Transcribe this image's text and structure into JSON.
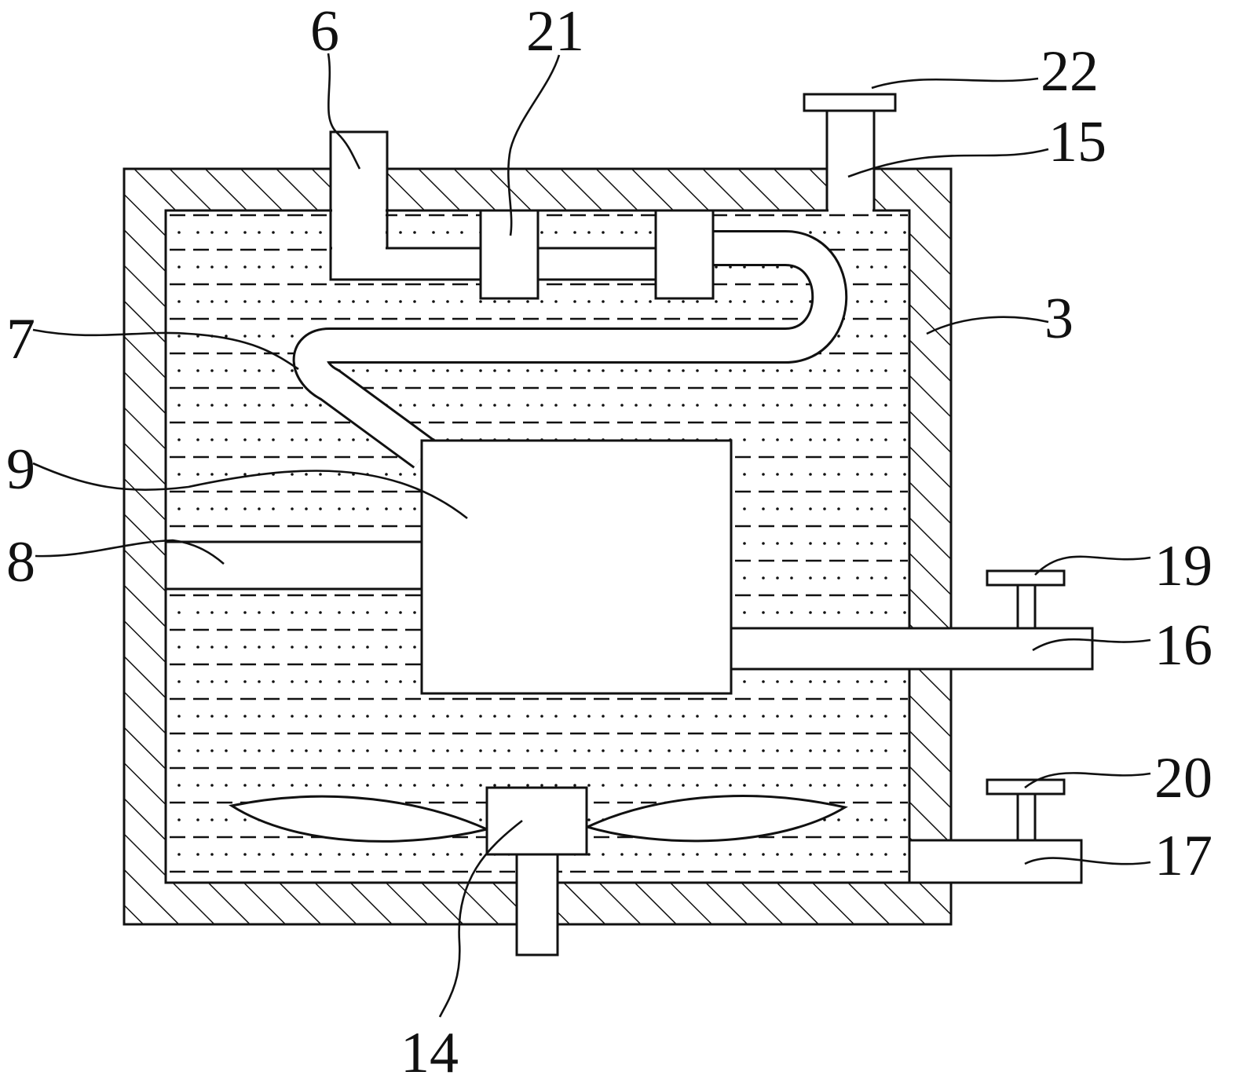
{
  "labels": {
    "l6": "6",
    "l21": "21",
    "l22": "22",
    "l15": "15",
    "l3": "3",
    "l7": "7",
    "l9": "9",
    "l8": "8",
    "l19": "19",
    "l16": "16",
    "l20": "20",
    "l17": "17",
    "l14": "14"
  },
  "colors": {
    "line": "#111111",
    "background": "#ffffff"
  }
}
